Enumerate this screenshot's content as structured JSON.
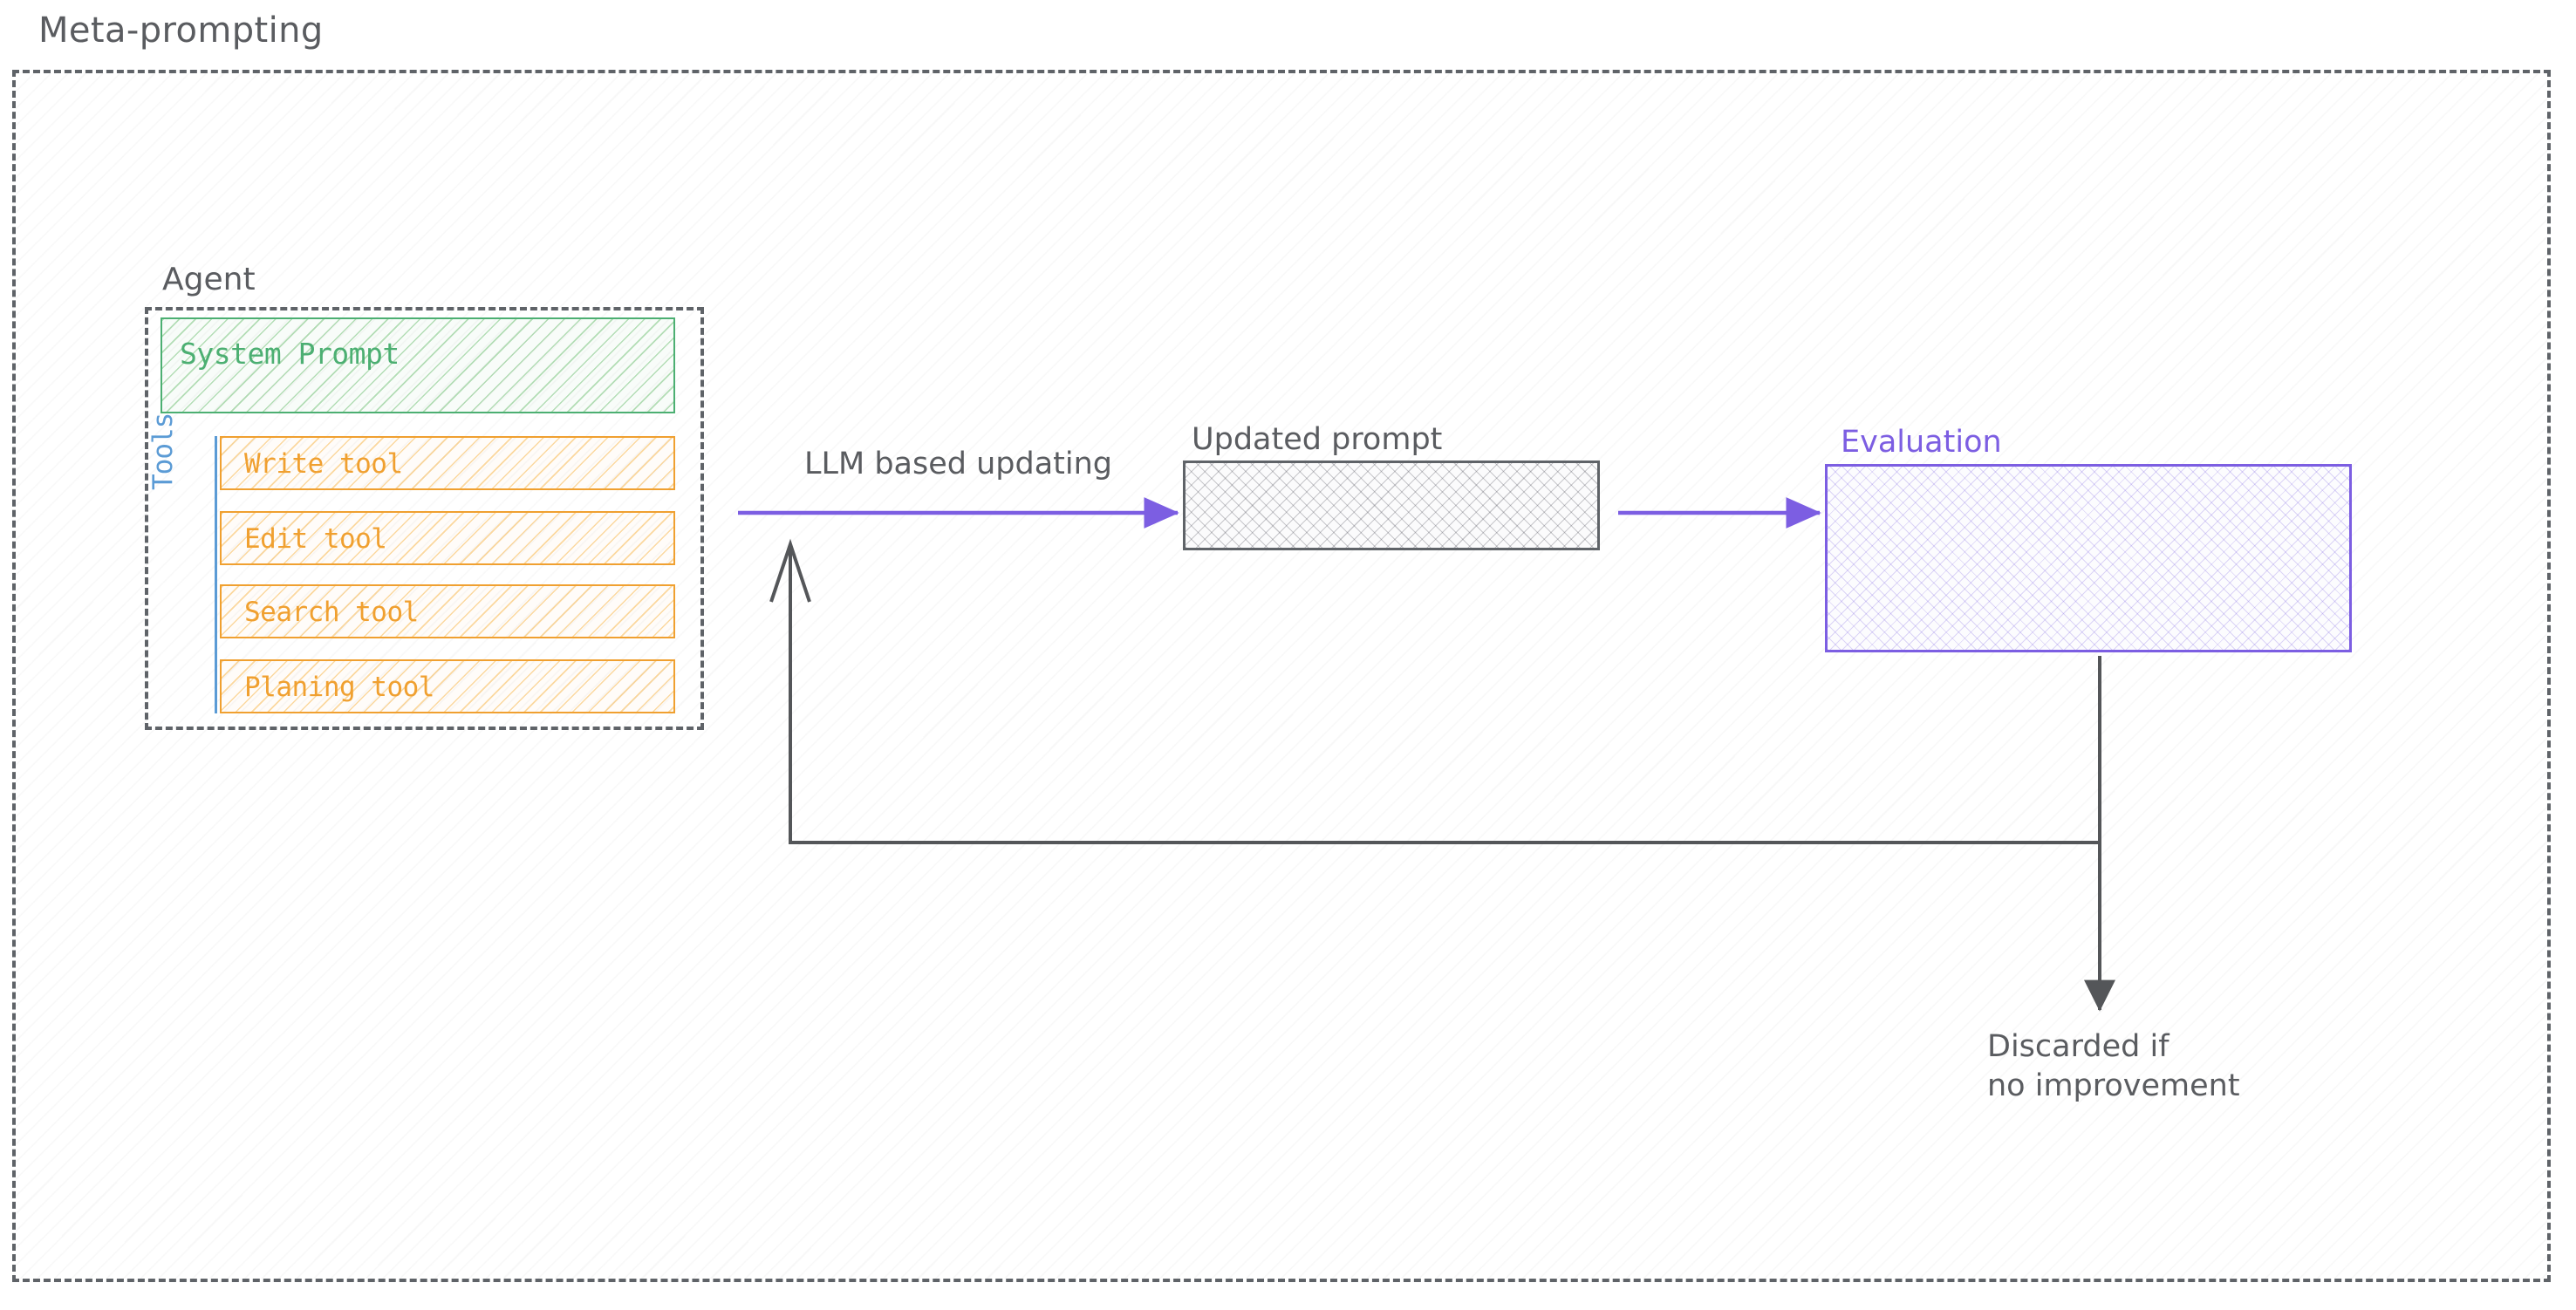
{
  "page": {
    "title": "Meta-prompting"
  },
  "colors": {
    "outline_grey": "#5f6368",
    "text_grey": "#5a5c60",
    "green": "#4caf72",
    "orange": "#f0a030",
    "blue": "#5b9bd5",
    "purple": "#7c5ee2",
    "background": "#ffffff"
  },
  "agent": {
    "label": "Agent",
    "system_prompt": {
      "label": "System Prompt"
    },
    "tools": {
      "group_label": "Tools",
      "items": [
        {
          "label": "Write tool"
        },
        {
          "label": "Edit tool"
        },
        {
          "label": "Search tool"
        },
        {
          "label": "Planing tool"
        }
      ]
    }
  },
  "nodes": {
    "updated_prompt": {
      "label": "Updated prompt"
    },
    "evaluation": {
      "label": "Evaluation"
    }
  },
  "edges": {
    "llm_update": {
      "label": "LLM based updating"
    },
    "discard": {
      "label": "Discarded if\nno improvement"
    },
    "feedback_loop": {
      "label": ""
    },
    "eval_to_next": {
      "label": ""
    }
  }
}
